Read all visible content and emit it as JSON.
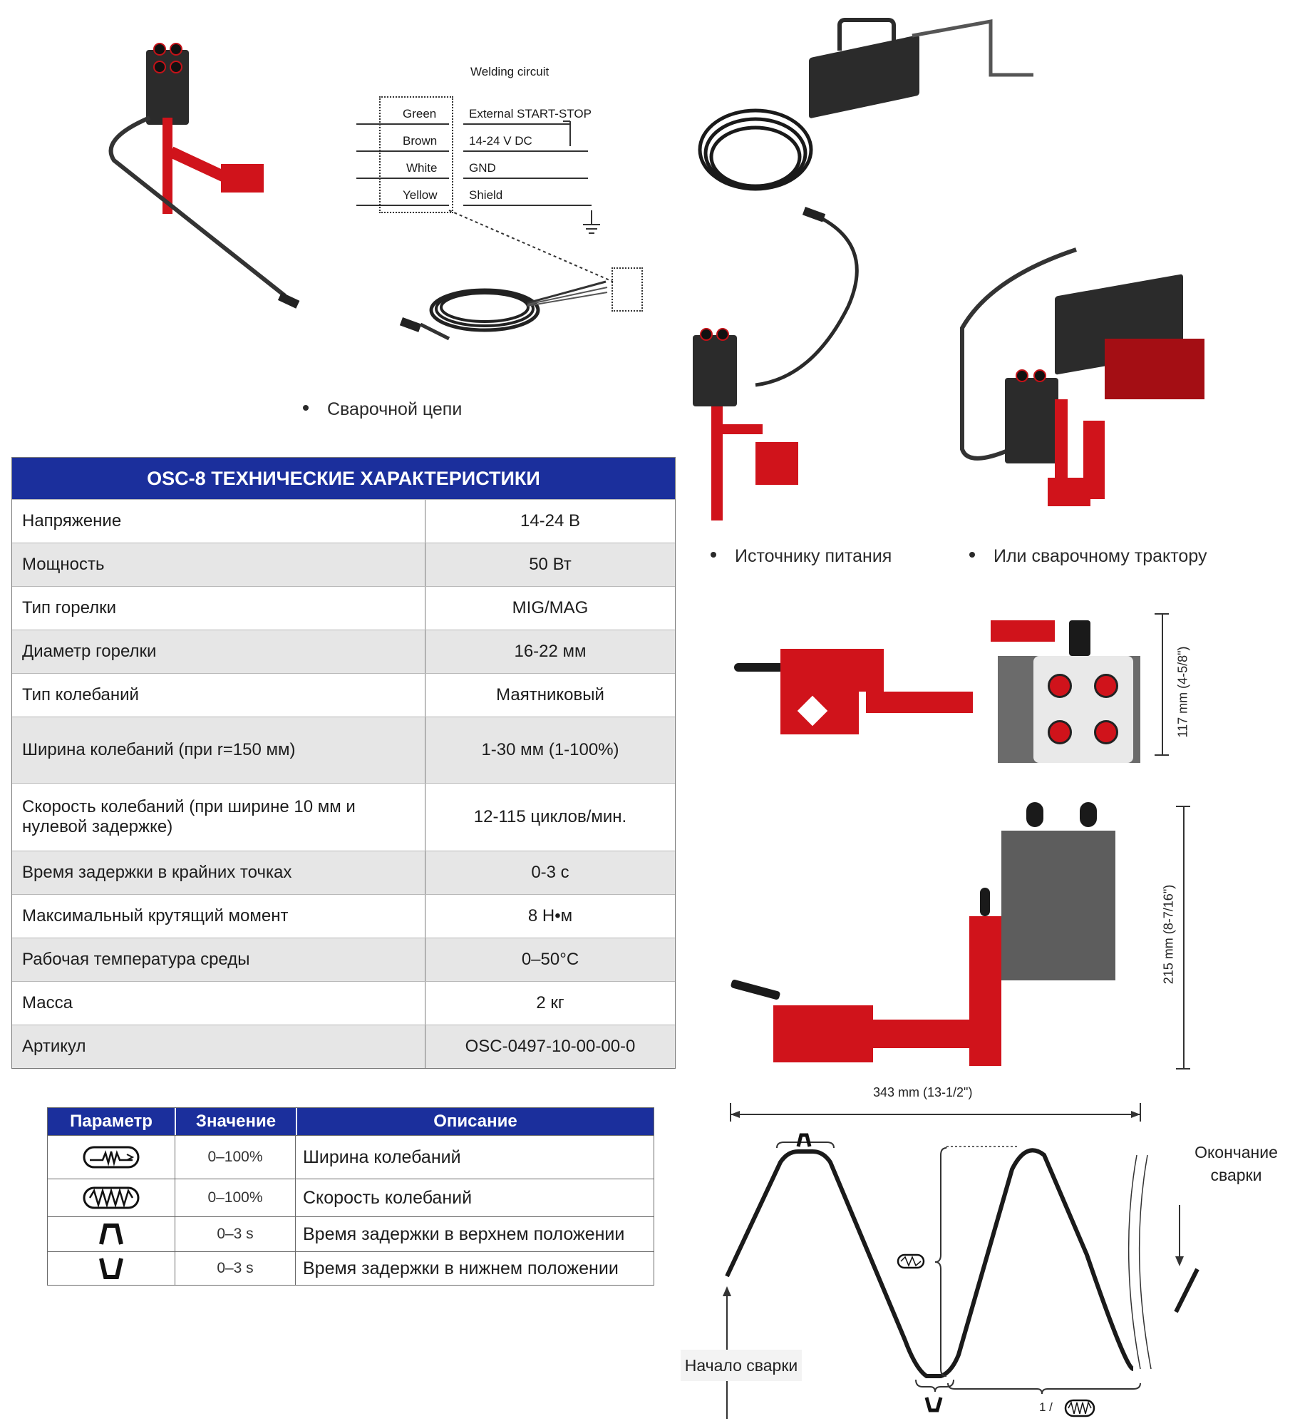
{
  "wiring": {
    "title": "Welding circuit",
    "wires": [
      {
        "color": "Green",
        "signal": "External START-STOP"
      },
      {
        "color": "Brown",
        "signal": "14-24 V DC"
      },
      {
        "color": "White",
        "signal": "GND"
      },
      {
        "color": "Yellow",
        "signal": "Shield"
      }
    ]
  },
  "connections": {
    "welding_circuit": "Сварочной цепи",
    "power_source": "Источнику питания",
    "tractor": "Или сварочному трактору"
  },
  "spec_table": {
    "title": "OSC-8 ТЕХНИЧЕСКИЕ ХАРАКТЕРИСТИКИ",
    "rows": [
      {
        "key": "Напряжение",
        "value": "14-24 В"
      },
      {
        "key": "Мощность",
        "value": "50 Вт"
      },
      {
        "key": "Тип горелки",
        "value": "MIG/MAG"
      },
      {
        "key": "Диаметр горелки",
        "value": "16-22 мм"
      },
      {
        "key": "Тип колебаний",
        "value": "Маятниковый"
      },
      {
        "key": "Ширина колебаний (при r=150 мм)",
        "value": "1-30 мм (1-100%)"
      },
      {
        "key": "Скорость колебаний (при ширине 10 мм и нулевой задержке)",
        "value": "12-115 циклов/мин."
      },
      {
        "key": "Время задержки в крайних точках",
        "value": "0-3 с"
      },
      {
        "key": "Максимальный крутящий момент",
        "value": "8 Н•м"
      },
      {
        "key": "Рабочая температура среды",
        "value": "0–50°C"
      },
      {
        "key": "Масса",
        "value": "2 кг"
      },
      {
        "key": "Артикул",
        "value": "OSC-0497-10-00-00-0"
      }
    ]
  },
  "param_table": {
    "headers": [
      "Параметр",
      "Значение",
      "Описание"
    ],
    "rows": [
      {
        "icon": "oscillation-width-icon",
        "value": "0–100%",
        "description": "Ширина колебаний"
      },
      {
        "icon": "oscillation-speed-icon",
        "value": "0–100%",
        "description": "Скорость колебаний"
      },
      {
        "icon": "top-dwell-icon",
        "value": "0–3 s",
        "description": "Время задержки в верхнем положении"
      },
      {
        "icon": "bottom-dwell-icon",
        "value": "0–3 s",
        "description": "Время задержки в нижнем положении"
      }
    ]
  },
  "dimensions": {
    "height_top": "117 mm (4-5/8\")",
    "height_side": "215 mm (8-7/16\")",
    "width": "343 mm (13-1/2\")"
  },
  "waveform": {
    "start_label": "Начало сварки",
    "end_label": "Окончание сварки",
    "period_label": "1 /"
  },
  "colors": {
    "header_blue": "#1b2f9c",
    "accent_red": "#d0131b",
    "row_alt": "#e6e6e6"
  }
}
